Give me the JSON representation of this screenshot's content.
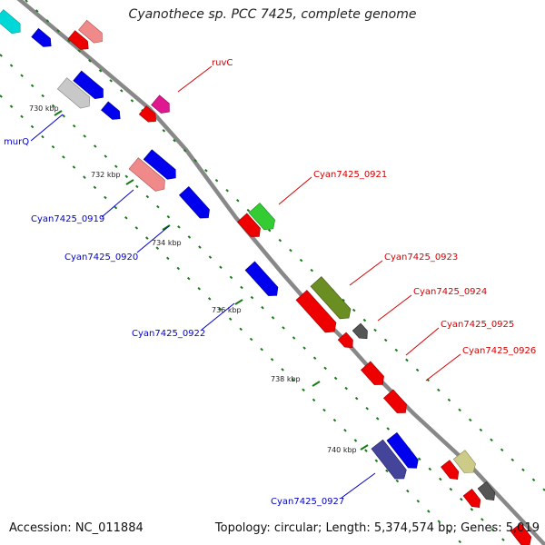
{
  "title": "Cyanothece sp. PCC 7425, complete genome",
  "footer": {
    "accession": "Accession: NC_011884",
    "topology": "Topology: circular; Length: 5,374,574 bp; Genes: 5,019"
  },
  "colors": {
    "backbone": "#888888",
    "forward_label": "#d40000",
    "reverse_label": "#0000cc",
    "tick": "#1a7a1a"
  },
  "ticks": [
    "730 kbp",
    "732 kbp",
    "734 kbp",
    "736 kbp",
    "738 kbp",
    "740 kbp"
  ],
  "gene_labels": [
    {
      "name": "ruvC",
      "strand": "forward"
    },
    {
      "name": "Cyan7425_0921",
      "strand": "forward"
    },
    {
      "name": "Cyan7425_0923",
      "strand": "forward"
    },
    {
      "name": "Cyan7425_0924",
      "strand": "forward"
    },
    {
      "name": "Cyan7425_0925",
      "strand": "forward"
    },
    {
      "name": "Cyan7425_0926",
      "strand": "forward"
    },
    {
      "name": "murQ",
      "strand": "reverse"
    },
    {
      "name": "Cyan7425_0919",
      "strand": "reverse"
    },
    {
      "name": "Cyan7425_0920",
      "strand": "reverse"
    },
    {
      "name": "Cyan7425_0922",
      "strand": "reverse"
    },
    {
      "name": "Cyan7425_0927",
      "strand": "reverse"
    }
  ],
  "feature_colors": {
    "cyan": "#00d8d8",
    "blue": "#0000ee",
    "red": "#ee0000",
    "pink": "#f08a8a",
    "light_gray": "#c8c8c8",
    "magenta": "#e01890",
    "green": "#33cc33",
    "olive": "#6b8e23",
    "dark_gray": "#555555",
    "slate": "#44449a",
    "khaki": "#cccc88"
  }
}
